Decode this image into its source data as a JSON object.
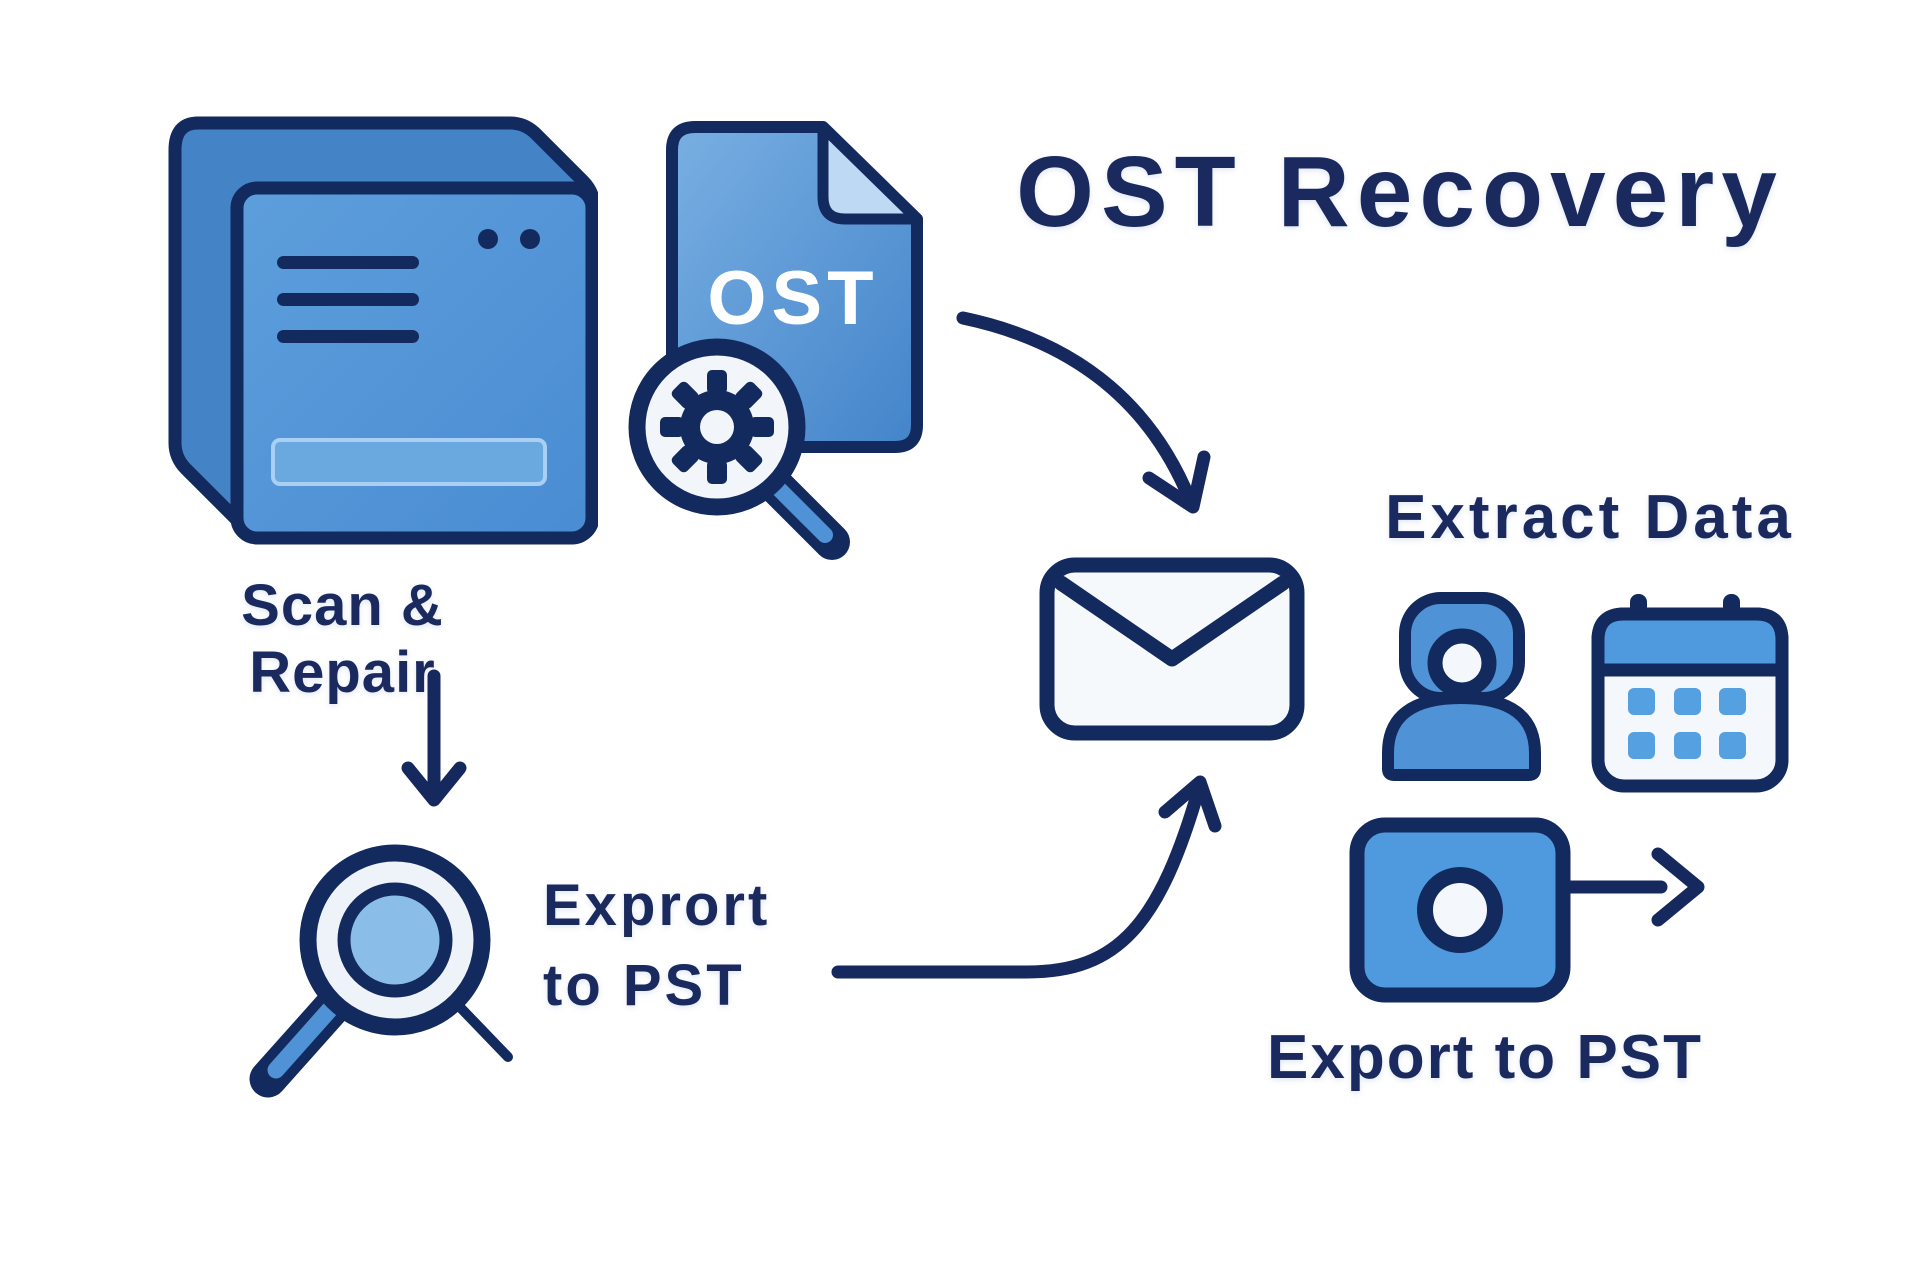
{
  "title": "OST Recovery",
  "file_badge": "OST",
  "labels": {
    "scan_repair": "Scan & Repair",
    "export_left_line1": "Exprort",
    "export_left_line2": "to PST",
    "extract_data": "Extract Data",
    "export_right": "Export to PST"
  },
  "colors": {
    "background": "#ffffff",
    "outline_navy": "#132a5e",
    "text_navy": "#1b2a5e",
    "primary_blue": "#4f93d6",
    "mid_blue": "#4a8cd2",
    "side_blue": "#4383c6",
    "light_blue": "#8bbde9",
    "pale_blue": "#bed9f4",
    "paper_white": "#f4f8fc",
    "file_badge_color": "#ffffff"
  },
  "icons": {
    "storage_box": "3d-archive-box",
    "ost_file": "document-with-folded-corner",
    "gear_magnifier": "magnifying-glass-with-gear",
    "magnifier": "magnifying-glass",
    "envelope": "mail-envelope",
    "person": "contact-person",
    "calendar": "calendar-grid",
    "export_card": "card-with-dot",
    "arrows": [
      "curved-arrow-down-right",
      "straight-arrow-down",
      "curved-arrow-up-right",
      "straight-arrow-right"
    ]
  }
}
